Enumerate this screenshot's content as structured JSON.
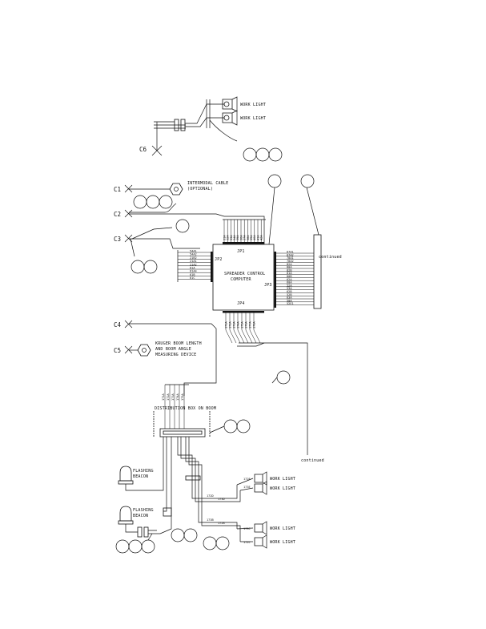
{
  "labels": {
    "work_light": "WORK LIGHT",
    "c6": "C6",
    "c1": "C1",
    "c2": "C2",
    "c3": "C3",
    "c4": "C4",
    "c5": "C5",
    "intermodal_line1": "INTERMODAL CABLE",
    "intermodal_line2": "(OPTIONAL)",
    "continued": "continued",
    "jp1": "JP1",
    "jp2": "JP2",
    "jp3": "JP3",
    "jp4": "JP4",
    "computer_line1": "SPREADER CONTROL",
    "computer_line2": "COMPUTER",
    "kruger_line1": "KRUGER BOOM LENGTH",
    "kruger_line2": "AND BOOM ANGLE",
    "kruger_line3": "MEASURING DEVICE",
    "dist_box": "DISTRIBUTION BOX ON BOOM",
    "flashing": "FLASHING",
    "beacon": "BEACON",
    "w172e": "172E",
    "w173e": "173E",
    "w172d": "172D",
    "w173d": "173D",
    "w173b": "173B",
    "w172b": "172B",
    "w173c": "173C",
    "w172c": "172C"
  },
  "jp2_pins": [
    "54A1",
    "54A2",
    "21B2",
    "21A1",
    "21A2",
    "61A",
    "61A4",
    "61B",
    "61C"
  ],
  "jp3_pins": [
    "67A1",
    "67A2",
    "78A1",
    "78A2",
    "82A",
    "80A",
    "82B",
    "81A",
    "80B",
    "62A",
    "60A",
    "52A",
    "53A",
    "62B",
    "52B",
    "63A",
    "50A",
    "52E1"
  ],
  "top_pins": [
    "31A",
    "32A",
    "33A",
    "34A",
    "35A",
    "36A",
    "37A",
    "38A",
    "39A",
    "40A",
    "41A",
    "42A"
  ],
  "bottom_pins": [
    "171A",
    "172A",
    "173A",
    "174A",
    "175A",
    "176A",
    "177A",
    "178A"
  ],
  "boom_wires": [
    "171A",
    "172A",
    "173A",
    "174A",
    "175A"
  ]
}
